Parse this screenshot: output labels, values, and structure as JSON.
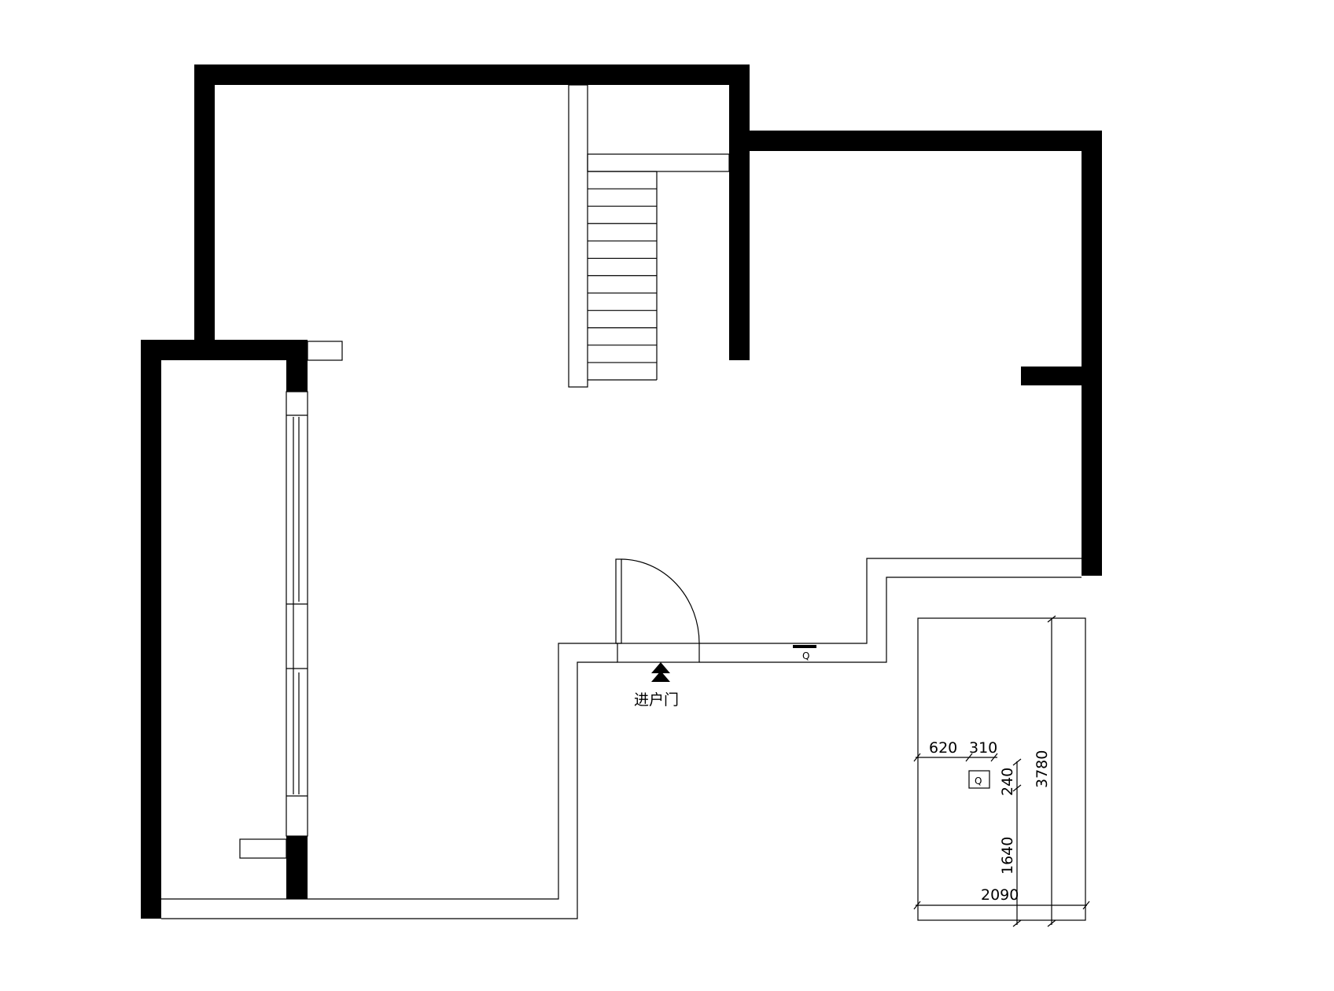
{
  "labels": {
    "entrance_door": "进户门",
    "meter_symbol": "Q"
  },
  "detail": {
    "meter_symbol": "Q",
    "dimensions": {
      "d620": "620",
      "d310": "310",
      "d240": "240",
      "d1640": "1640",
      "d3780": "3780",
      "d2090": "2090"
    }
  },
  "colors": {
    "wall": "#000000",
    "line": "#000000",
    "background": "#ffffff"
  }
}
